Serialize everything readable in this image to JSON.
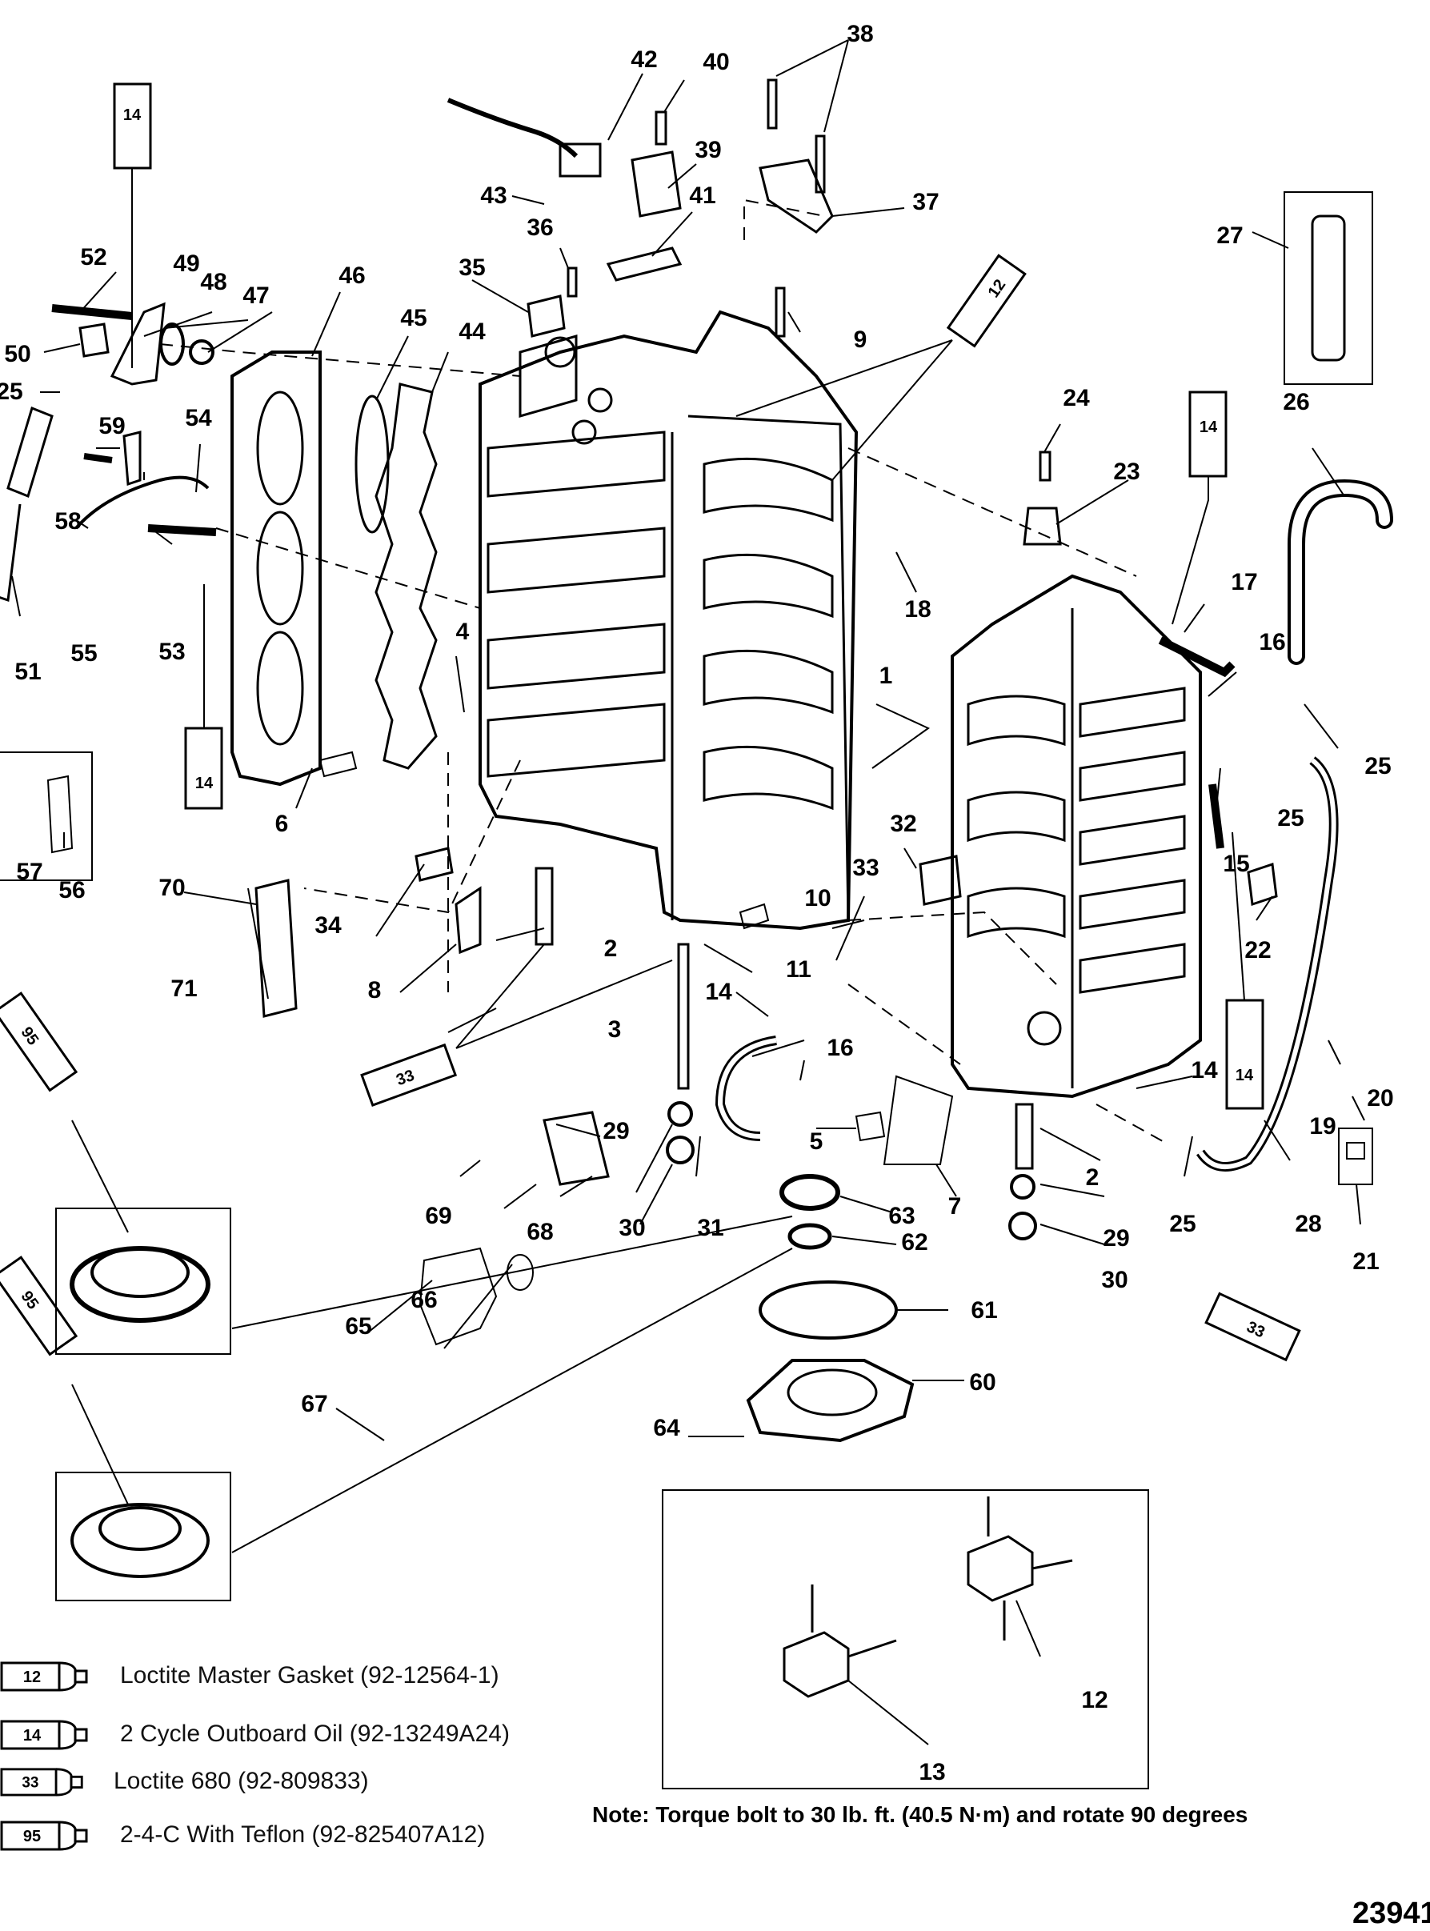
{
  "diagram": {
    "title": "Cylinder Block and Crankcase exploded parts view",
    "figure_number": "23941",
    "note": "Note: Torque bolt to 30 lb. ft. (40.5 N·m) and rotate 90 degrees",
    "callouts": [
      {
        "id": "c1",
        "label": "1"
      },
      {
        "id": "c2a",
        "label": "2"
      },
      {
        "id": "c2b",
        "label": "2"
      },
      {
        "id": "c3",
        "label": "3"
      },
      {
        "id": "c4",
        "label": "4"
      },
      {
        "id": "c5",
        "label": "5"
      },
      {
        "id": "c6",
        "label": "6"
      },
      {
        "id": "c7",
        "label": "7"
      },
      {
        "id": "c8",
        "label": "8"
      },
      {
        "id": "c9",
        "label": "9"
      },
      {
        "id": "c10",
        "label": "10"
      },
      {
        "id": "c11",
        "label": "11"
      },
      {
        "id": "c12",
        "label": "12"
      },
      {
        "id": "c13",
        "label": "13"
      },
      {
        "id": "c14a",
        "label": "14"
      },
      {
        "id": "c14b",
        "label": "14"
      },
      {
        "id": "c15",
        "label": "15"
      },
      {
        "id": "c16a",
        "label": "16"
      },
      {
        "id": "c16b",
        "label": "16"
      },
      {
        "id": "c17",
        "label": "17"
      },
      {
        "id": "c18",
        "label": "18"
      },
      {
        "id": "c19",
        "label": "19"
      },
      {
        "id": "c20",
        "label": "20"
      },
      {
        "id": "c21",
        "label": "21"
      },
      {
        "id": "c22",
        "label": "22"
      },
      {
        "id": "c23",
        "label": "23"
      },
      {
        "id": "c24",
        "label": "24"
      },
      {
        "id": "c25a",
        "label": "25"
      },
      {
        "id": "c25b",
        "label": "25"
      },
      {
        "id": "c25c",
        "label": "25"
      },
      {
        "id": "c25d",
        "label": "25"
      },
      {
        "id": "c26",
        "label": "26"
      },
      {
        "id": "c27",
        "label": "27"
      },
      {
        "id": "c28",
        "label": "28"
      },
      {
        "id": "c29a",
        "label": "29"
      },
      {
        "id": "c29b",
        "label": "29"
      },
      {
        "id": "c30a",
        "label": "30"
      },
      {
        "id": "c30b",
        "label": "30"
      },
      {
        "id": "c31",
        "label": "31"
      },
      {
        "id": "c32",
        "label": "32"
      },
      {
        "id": "c33",
        "label": "33"
      },
      {
        "id": "c34",
        "label": "34"
      },
      {
        "id": "c35",
        "label": "35"
      },
      {
        "id": "c36",
        "label": "36"
      },
      {
        "id": "c37",
        "label": "37"
      },
      {
        "id": "c38",
        "label": "38"
      },
      {
        "id": "c39",
        "label": "39"
      },
      {
        "id": "c40",
        "label": "40"
      },
      {
        "id": "c41",
        "label": "41"
      },
      {
        "id": "c42",
        "label": "42"
      },
      {
        "id": "c43",
        "label": "43"
      },
      {
        "id": "c44",
        "label": "44"
      },
      {
        "id": "c45",
        "label": "45"
      },
      {
        "id": "c46",
        "label": "46"
      },
      {
        "id": "c47",
        "label": "47"
      },
      {
        "id": "c48",
        "label": "48"
      },
      {
        "id": "c49",
        "label": "49"
      },
      {
        "id": "c50",
        "label": "50"
      },
      {
        "id": "c51",
        "label": "51"
      },
      {
        "id": "c52",
        "label": "52"
      },
      {
        "id": "c53",
        "label": "53"
      },
      {
        "id": "c54",
        "label": "54"
      },
      {
        "id": "c55",
        "label": "55"
      },
      {
        "id": "c56",
        "label": "56"
      },
      {
        "id": "c57",
        "label": "57"
      },
      {
        "id": "c58",
        "label": "58"
      },
      {
        "id": "c59",
        "label": "59"
      },
      {
        "id": "c60",
        "label": "60"
      },
      {
        "id": "c61",
        "label": "61"
      },
      {
        "id": "c62",
        "label": "62"
      },
      {
        "id": "c63",
        "label": "63"
      },
      {
        "id": "c64",
        "label": "64"
      },
      {
        "id": "c65",
        "label": "65"
      },
      {
        "id": "c66",
        "label": "66"
      },
      {
        "id": "c67",
        "label": "67"
      },
      {
        "id": "c68",
        "label": "68"
      },
      {
        "id": "c69",
        "label": "69"
      },
      {
        "id": "c70",
        "label": "70"
      },
      {
        "id": "c71",
        "label": "71"
      }
    ],
    "tube_labels": {
      "t14_top": "14",
      "t14_left": "14",
      "t14_right": "14",
      "t14_far": "14",
      "t12": "12",
      "t33_left": "33",
      "t33_right": "33",
      "t95_a": "95",
      "t95_b": "95"
    }
  },
  "legend": [
    {
      "code": "12",
      "text": "Loctite Master Gasket (92-12564-1)"
    },
    {
      "code": "14",
      "text": "2 Cycle Outboard Oil (92-13249A24)"
    },
    {
      "code": "33",
      "text": "Loctite 680 (92-809833)"
    },
    {
      "code": "95",
      "text": "2-4-C  With Teflon (92-825407A12)"
    }
  ]
}
